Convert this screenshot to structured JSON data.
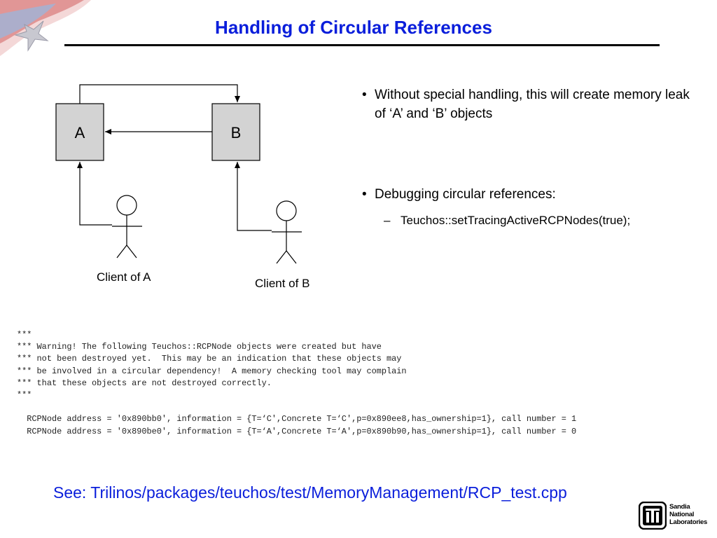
{
  "slide": {
    "title": "Handling of Circular References"
  },
  "diagram": {
    "box_a_label": "A",
    "box_b_label": "B",
    "client_a_label": "Client of A",
    "client_b_label": "Client of B"
  },
  "bullets": [
    {
      "text": "Without special handling, this will create memory leak of ‘A’ and ‘B’ objects"
    },
    {
      "text": "Debugging circular references:"
    }
  ],
  "sub_bullet": {
    "dash": "–",
    "text": "Teuchos::setTracingActiveRCPNodes(true);"
  },
  "bullet_glyph": "•",
  "code_output": [
    "***",
    "*** Warning! The following Teuchos::RCPNode objects were created but have",
    "*** not been destroyed yet.  This may be an indication that these objects may",
    "*** be involved in a circular dependency!  A memory checking tool may complain",
    "*** that these objects are not destroyed correctly.",
    "***",
    "",
    "  RCPNode address = '0x890bb0', information = {T=‘C',Concrete T=‘C',p=0x890ee8,has_ownership=1}, call number = 1",
    "  RCPNode address = '0x890be0', information = {T=‘A',Concrete T=‘A',p=0x890b90,has_ownership=1}, call number = 0"
  ],
  "footer": {
    "link_text": "See: Trilinos/packages/teuchos/test/MemoryManagement/RCP_test.cpp"
  },
  "logo": {
    "line1": "Sandia",
    "line2": "National",
    "line3": "Laboratories"
  },
  "colors": {
    "title": "#0a1edb",
    "link": "#0a1edb",
    "box_fill": "#d3d3d3"
  }
}
